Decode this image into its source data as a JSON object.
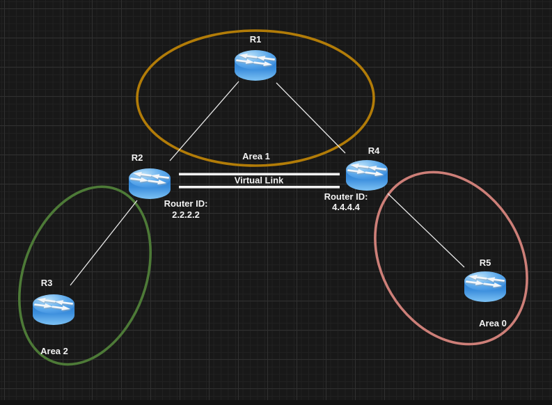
{
  "diagram": {
    "background_color": "#181818",
    "grid_minor_color": "#212121",
    "grid_major_color": "#303030",
    "text_color": "#f2f2f2",
    "link_color": "#e8e8e8",
    "router_body_color": "#3f93e2"
  },
  "areas": [
    {
      "label": "Area 1",
      "stroke": "#b27c08"
    },
    {
      "label": "Area 2",
      "stroke": "#4d7a37"
    },
    {
      "label": "Area 0",
      "stroke": "#cd7f78"
    }
  ],
  "routers": [
    {
      "label": "R1"
    },
    {
      "label": "R2",
      "router_id_caption": "Router ID:",
      "router_id": "2.2.2.2"
    },
    {
      "label": "R3"
    },
    {
      "label": "R4",
      "router_id_caption": "Router ID:",
      "router_id": "4.4.4.4"
    },
    {
      "label": "R5"
    }
  ],
  "virtual_link": {
    "label": "Virtual Link"
  }
}
